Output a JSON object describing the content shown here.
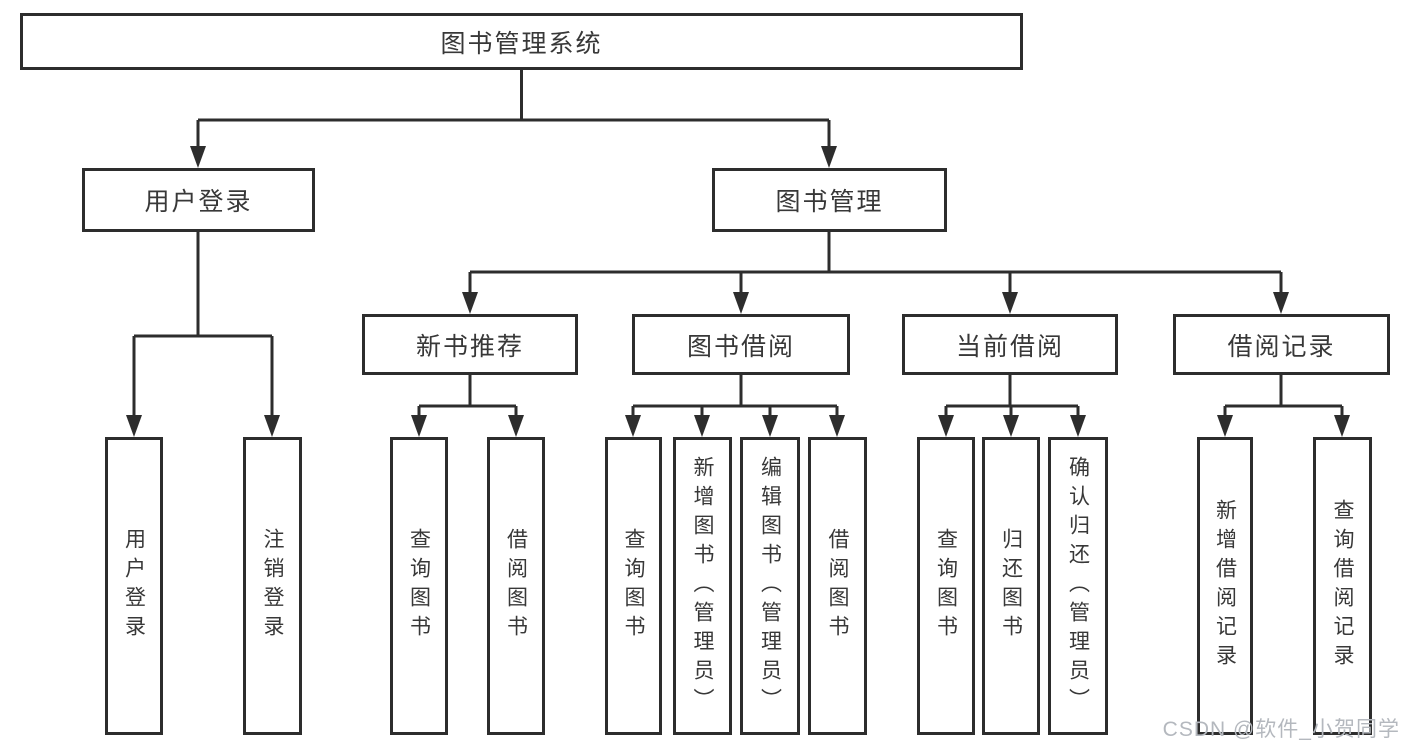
{
  "tree": {
    "root": "图书管理系统",
    "children": [
      {
        "label": "用户登录",
        "children": [
          "用户登录",
          "注销登录"
        ]
      },
      {
        "label": "图书管理",
        "children": [
          {
            "label": "新书推荐",
            "children": [
              "查询图书",
              "借阅图书"
            ]
          },
          {
            "label": "图书借阅",
            "children": [
              "查询图书",
              "新增图书（管理员）",
              "编辑图书（管理员）",
              "借阅图书"
            ]
          },
          {
            "label": "当前借阅",
            "children": [
              "查询图书",
              "归还图书",
              "确认归还（管理员）"
            ]
          },
          {
            "label": "借阅记录",
            "children": [
              "新增借阅记录",
              "查询借阅记录"
            ]
          }
        ]
      }
    ]
  },
  "watermark": "CSDN @软件_小贺同学",
  "colors": {
    "line": "#2d2d2d",
    "text": "#383838",
    "watermark": "#b4b8be",
    "background": "#ffffff"
  }
}
